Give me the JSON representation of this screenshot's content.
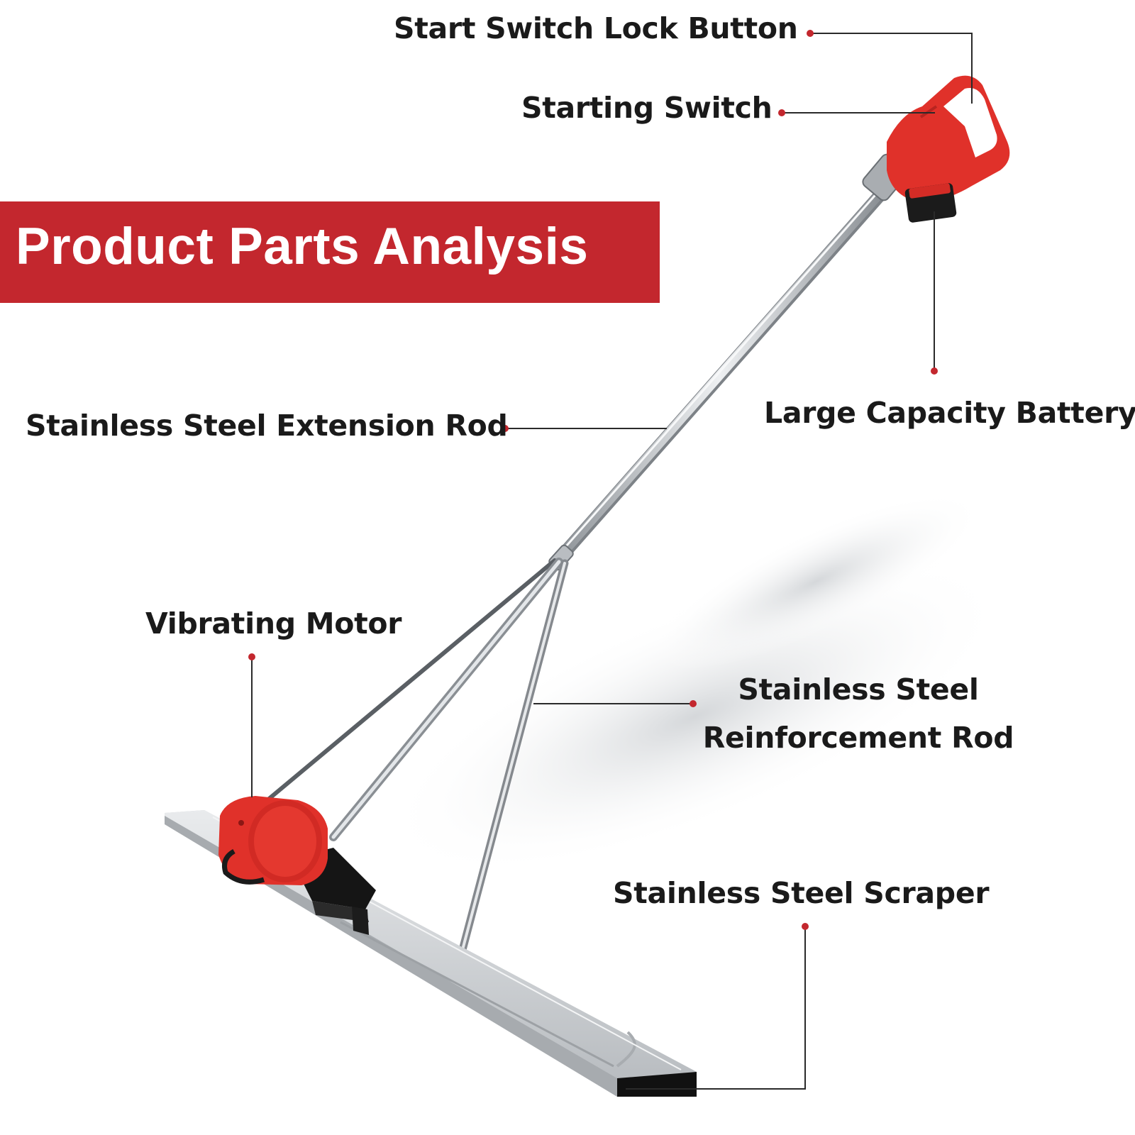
{
  "banner": {
    "title": "Product Parts Analysis"
  },
  "labels": {
    "start_switch_lock_button": "Start Switch Lock Button",
    "starting_switch": "Starting Switch",
    "large_capacity_battery": "Large Capacity Battery",
    "extension_rod": "Stainless Steel Extension Rod",
    "vibrating_motor": "Vibrating Motor",
    "reinforcement_rod_line1": "Stainless Steel",
    "reinforcement_rod_line2": "Reinforcement Rod",
    "scraper": "Stainless Steel Scraper"
  },
  "colors": {
    "accent": "#c3272e",
    "label_text": "#1a1a1a",
    "leader_line": "#2a2a2a",
    "leader_dot": "#c3272e",
    "tool_body": "#e0312a",
    "steel": "#c9ccd0"
  }
}
